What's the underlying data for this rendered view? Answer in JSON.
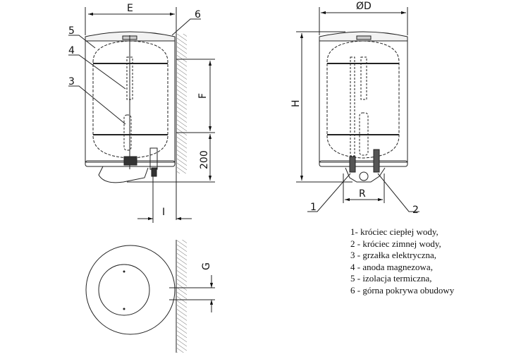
{
  "side_view": {
    "dim_width": "E",
    "dim_mount_spacing": "F",
    "dim_bottom": "200",
    "dim_offset": "I",
    "callouts": [
      "5",
      "4",
      "3",
      "6"
    ]
  },
  "front_view": {
    "dim_diameter": "ØD",
    "dim_height": "H",
    "dim_pipe_spacing": "R",
    "callouts": [
      "1",
      "2"
    ]
  },
  "top_view": {
    "dim_wall_gap": "G"
  },
  "legend": [
    "1- króciec ciepłej wody,",
    "2 - króciec zimnej wody,",
    "3 - grzałka elektryczna,",
    "4 - anoda magnezowa,",
    "5 - izolacja termiczna,",
    "6 - górna pokrywa obudowy"
  ]
}
